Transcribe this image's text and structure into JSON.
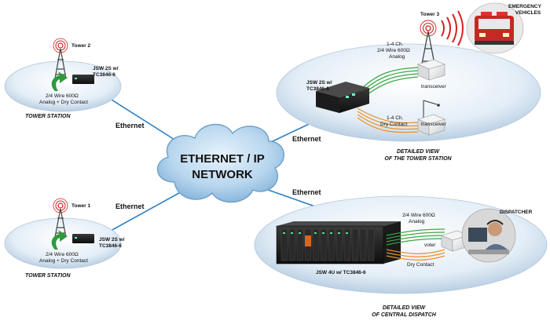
{
  "cloud": {
    "line1": "ETHERNET / IP",
    "line2": "NETWORK"
  },
  "links": {
    "ethernet_label": "Ethernet"
  },
  "tower2": {
    "tower_label": "Tower 2",
    "device_line1": "JSW 2S w/",
    "device_line2": "TC3846-6",
    "signal_line1": "2/4 Wire 600Ω",
    "signal_line2": "Analog + Dry Contact",
    "caption": "TOWER STATION"
  },
  "tower1": {
    "tower_label": "Tower 1",
    "device_line1": "JSW 2S w/",
    "device_line2": "TC3846-6",
    "signal_line1": "2/4 Wire 600Ω",
    "signal_line2": "Analog + Dry Contact",
    "caption": "TOWER STATION"
  },
  "tower_detail": {
    "tower_label": "Tower 3",
    "emergency_line1": "EMERGENCY",
    "emergency_line2": "VEHICLES",
    "analog_line1": "1-4 Ch.",
    "analog_line2": "2/4 Wire 600Ω",
    "analog_line3": "Analog",
    "transceiver_label": "transceiver",
    "dry_line1": "1-4 Ch.",
    "dry_line2": "Dry Contact",
    "device_line1": "JSW 2S w/",
    "device_line2": "TC3846-6",
    "caption_line1": "DETAILED VIEW",
    "caption_line2": "OF THE TOWER STATION"
  },
  "dispatch_detail": {
    "dispatcher_label": "DISPATCHER",
    "analog_line1": "2/4 Wire 600Ω",
    "analog_line2": "Analog",
    "voter_label": "voter",
    "dry_label": "Dry Contact",
    "device_label": "JSW 4U w/ TC3846-6",
    "caption_line1": "DETAILED VIEW",
    "caption_line2": "OF CENTRAL DISPATCH"
  },
  "colors": {
    "link": "#2f7fc0",
    "ellipse": "#cfe0ef",
    "analog_lines": "#3aa845",
    "dry_lines": "#e8902a",
    "tower_red": "#d42020",
    "arrow_green": "#2e9a3a"
  }
}
